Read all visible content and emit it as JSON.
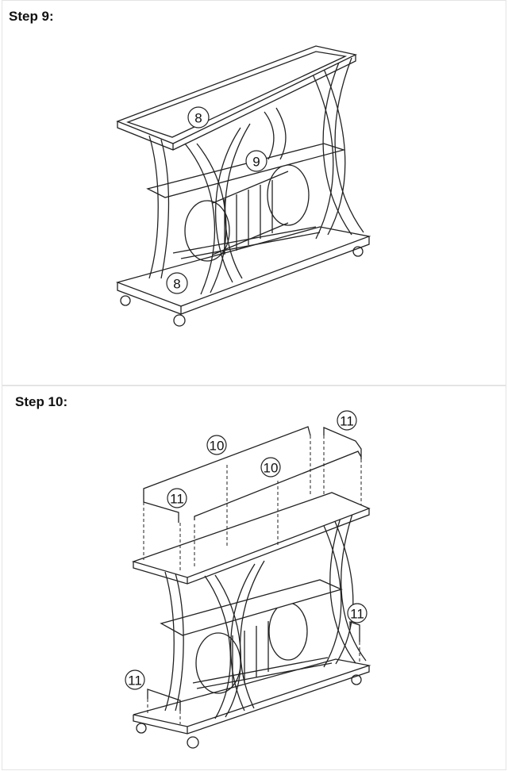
{
  "steps": [
    {
      "title": "Step 9:",
      "callouts": [
        "8",
        "9",
        "8"
      ]
    },
    {
      "title": "Step 10:",
      "callouts": [
        "10",
        "10",
        "11",
        "11",
        "11",
        "11"
      ]
    }
  ]
}
